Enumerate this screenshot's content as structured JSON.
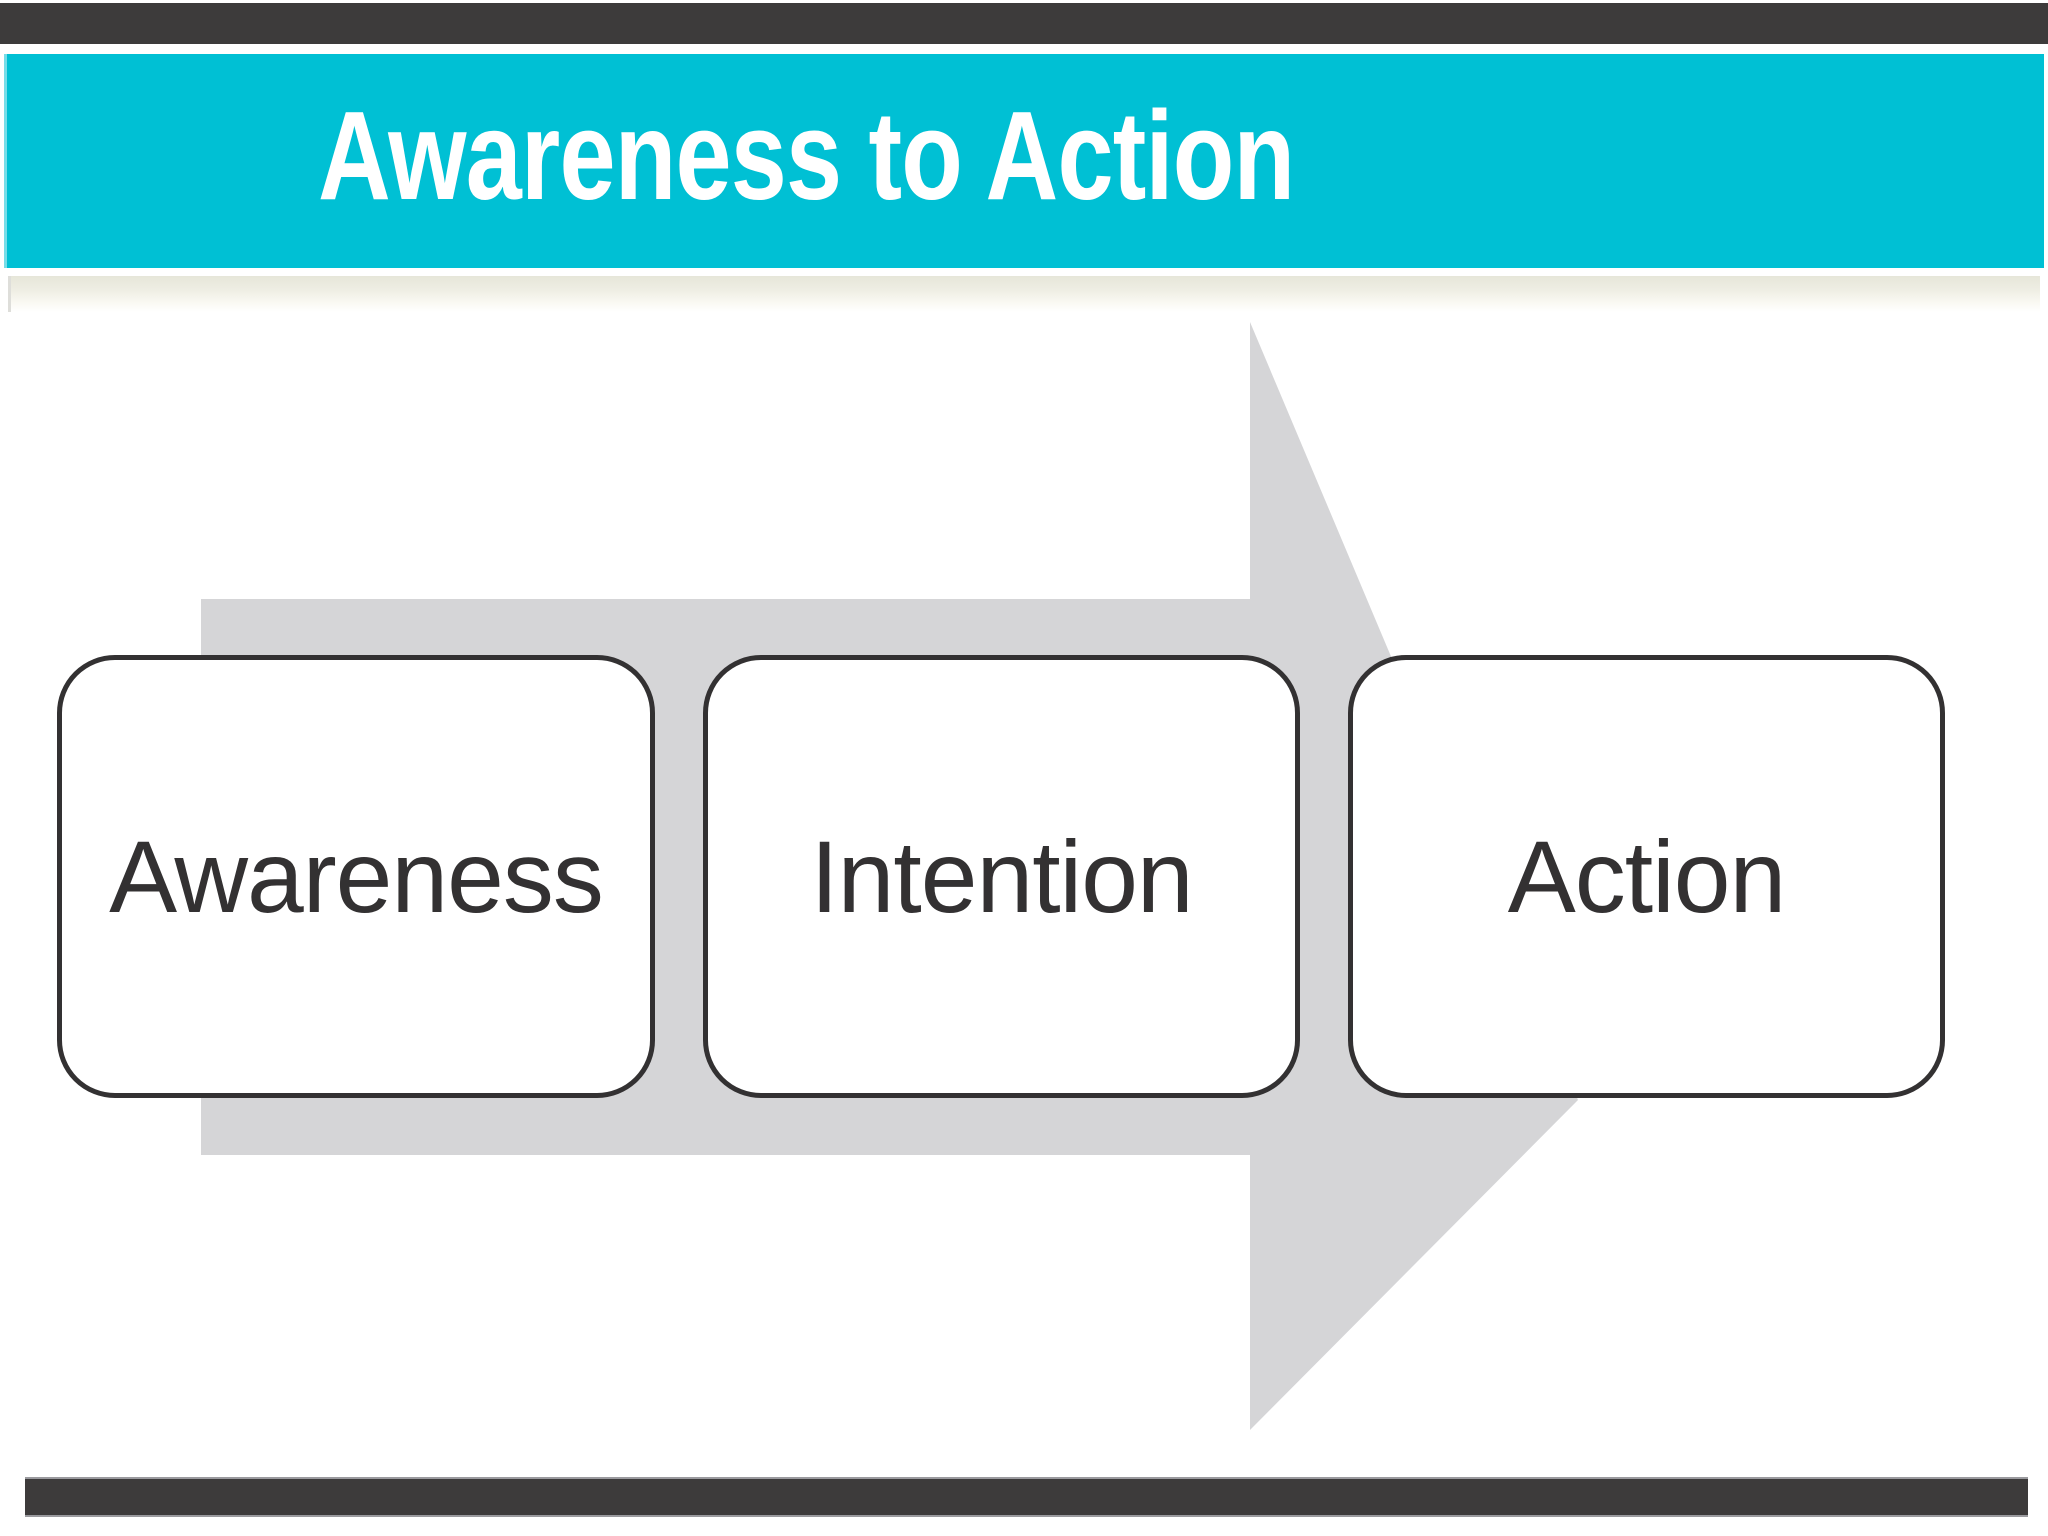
{
  "slide": {
    "title": "Awareness to Action",
    "background_color": "#ffffff"
  },
  "header": {
    "band_color": "#00c0d4",
    "title_color": "#ffffff",
    "top_bar_color": "#3d3b3b",
    "accent_strip_color": "#e6e6d9"
  },
  "diagram": {
    "type": "process-arrow",
    "arrow_color": "#d5d5d7",
    "box_border_color": "#333132",
    "box_fill_color": "#ffffff",
    "label_color": "#333132",
    "steps": [
      {
        "label": "Awareness"
      },
      {
        "label": "Intention"
      },
      {
        "label": "Action"
      }
    ]
  },
  "footer": {
    "bar_color": "#3d3b3b",
    "bar_edge_color": "#9a9a9e"
  }
}
